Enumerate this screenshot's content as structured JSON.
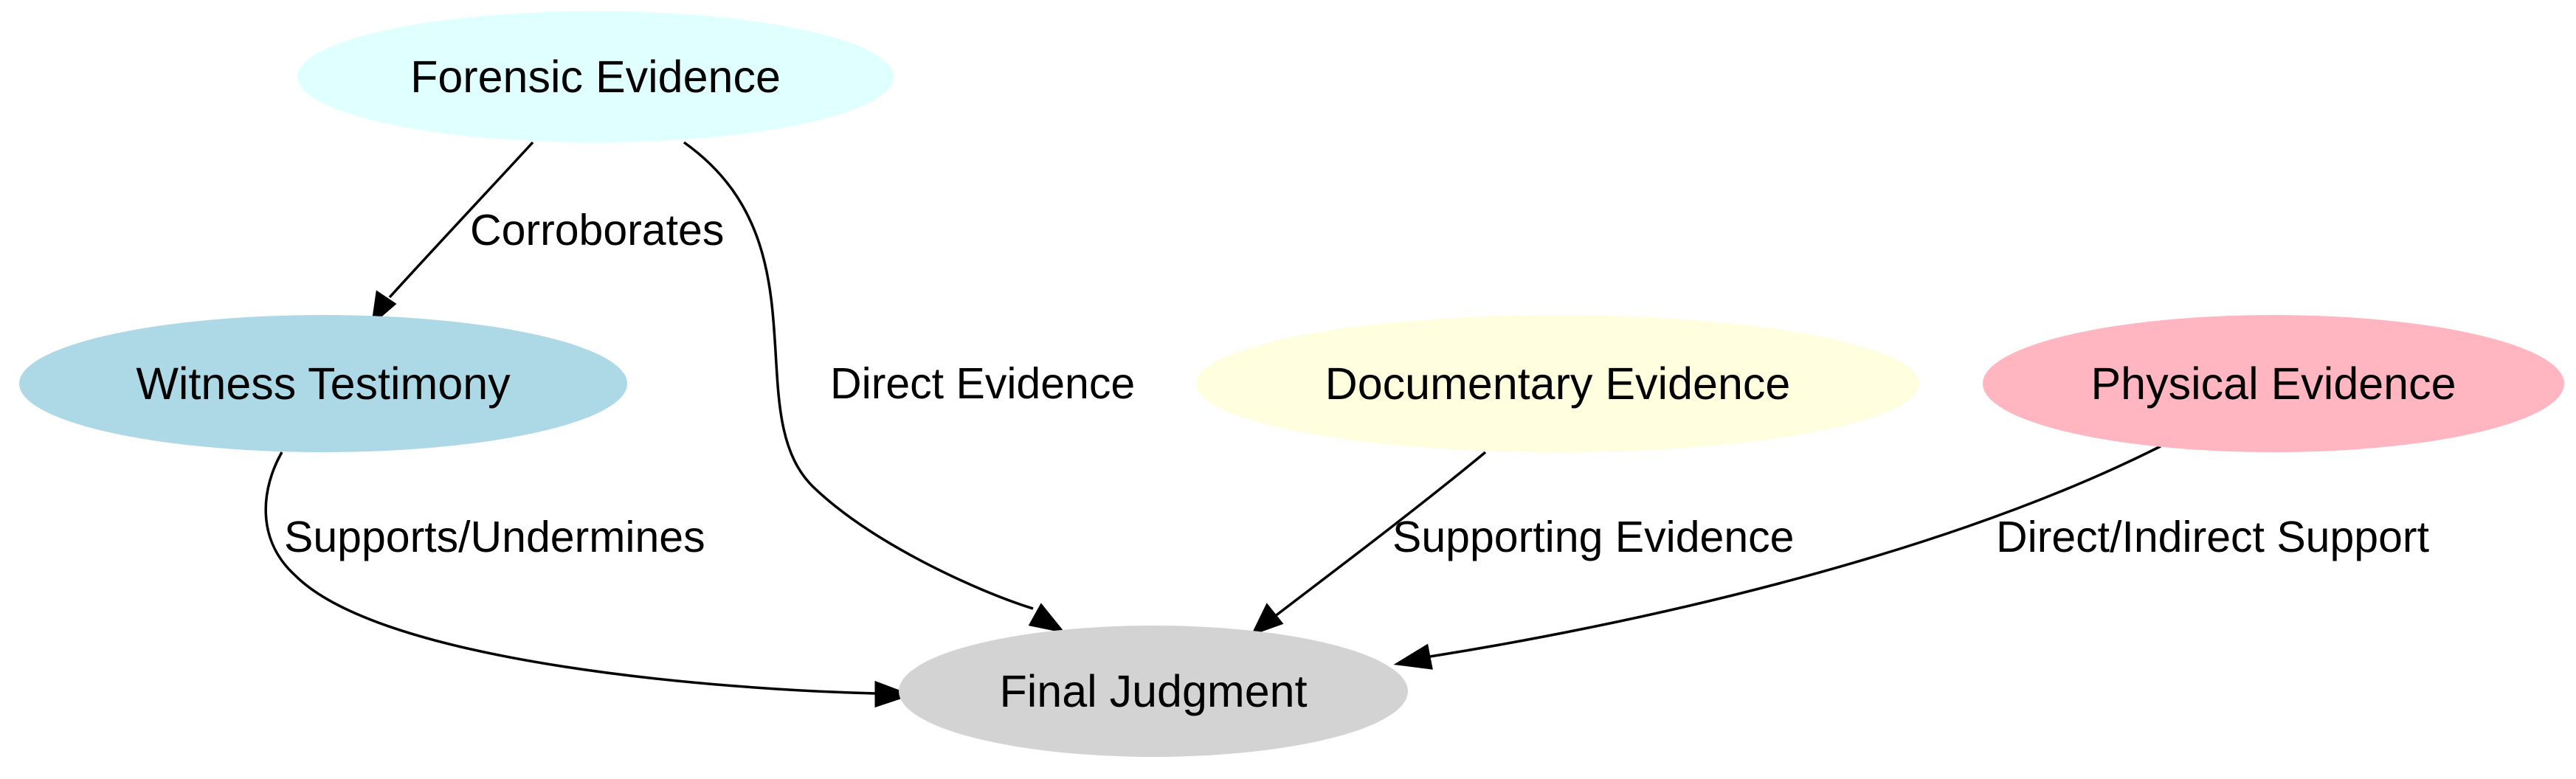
{
  "nodes": {
    "forensic": {
      "label": "Forensic Evidence",
      "color": "#e0ffff"
    },
    "witness": {
      "label": "Witness Testimony",
      "color": "#add8e6"
    },
    "documentary": {
      "label": "Documentary Evidence",
      "color": "#ffffe0"
    },
    "physical": {
      "label": "Physical Evidence",
      "color": "#ffb6c1"
    },
    "judgment": {
      "label": "Final Judgment",
      "color": "#d3d3d3"
    }
  },
  "edges": {
    "forensic_witness": {
      "from": "Forensic Evidence",
      "to": "Witness Testimony",
      "label": "Corroborates"
    },
    "forensic_judgment": {
      "from": "Forensic Evidence",
      "to": "Final Judgment",
      "label": "Direct Evidence"
    },
    "witness_judgment": {
      "from": "Witness Testimony",
      "to": "Final Judgment",
      "label": "Supports/Undermines"
    },
    "documentary_judgment": {
      "from": "Documentary Evidence",
      "to": "Final Judgment",
      "label": "Supporting Evidence"
    },
    "physical_judgment": {
      "from": "Physical Evidence",
      "to": "Final Judgment",
      "label": "Direct/Indirect Support"
    }
  }
}
